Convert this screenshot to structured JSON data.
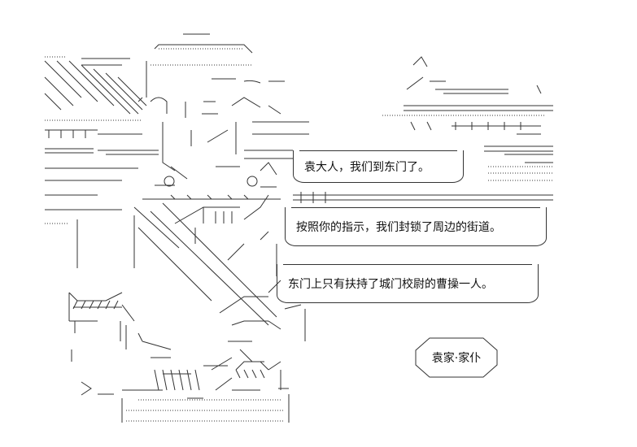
{
  "dialogue": [
    "袁大人，我们到东门了。",
    "按照你的指示，我们封锁了周边的街道。",
    "东门上只有扶持了城门校尉的曹操一人。"
  ],
  "speaker_tag": "袁家·家仆"
}
